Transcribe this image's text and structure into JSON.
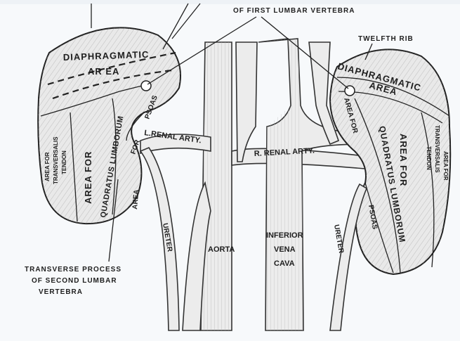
{
  "labels": {
    "transverse_first": "OF FIRST LUMBAR VERTEBRA",
    "twelfth_rib": "TWELFTH RIB",
    "diaphragmatic_area_left_1": "DIAPHRAGMATIC",
    "diaphragmatic_area_left_2": "AR EA",
    "diaphragmatic_area_right_1": "DIAPHRAGMATIC",
    "diaphragmatic_area_right_2": "AREA",
    "quadratus_left_1": "AREA FOR",
    "quadratus_left_2": "QUADRATUS LUMBORUM",
    "transversalis_left_1": "AREA FOR",
    "transversalis_left_2": "TRANSVERSALIS",
    "transversalis_left_3": "TENDON",
    "psoas_left": "PSOAS",
    "area_left": "AREA",
    "for_left": "FOR",
    "l_renal_arty": "L.RENAL ARTY.",
    "r_renal_arty": "R. RENAL ARTY.",
    "quadratus_right_1": "AREA FOR",
    "quadratus_right_2": "QUADRATUS LUMBORUM",
    "transversalis_right_1": "AREA FOR",
    "transversalis_right_2": "TRANSVERSALIS",
    "transversalis_right_3": "TENDON",
    "area_for_right": "AREA FOR",
    "psoas_right": "PSOAS",
    "ureter_left": "URETER",
    "ureter_right": "URETER",
    "aorta": "AORTA",
    "ivc_1": "INFERIOR",
    "ivc_2": "VENA",
    "ivc_3": "CAVA",
    "transverse_second_1": "TRANSVERSE PROCESS",
    "transverse_second_2": "OF SECOND LUMBAR",
    "transverse_second_3": "VERTEBRA"
  },
  "colors": {
    "background": "#f7f9fb",
    "ink": "#222222",
    "tissue": "#e9e9e9"
  }
}
